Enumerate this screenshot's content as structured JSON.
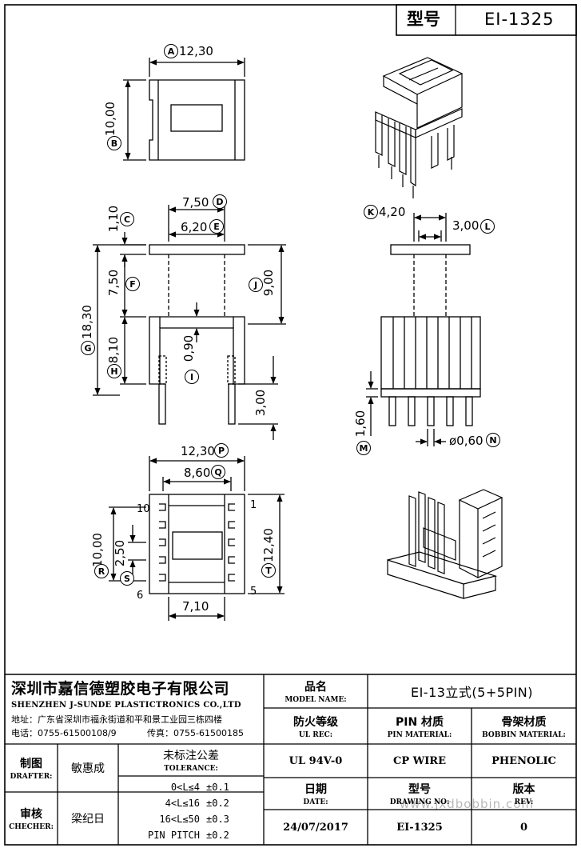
{
  "title_block": {
    "model_label": "型号",
    "model_value": "EI-1325"
  },
  "labels": {
    "A": "A",
    "B": "B",
    "C": "C",
    "D": "D",
    "E": "E",
    "F": "F",
    "G": "G",
    "H": "H",
    "I": "I",
    "J": "J",
    "K": "K",
    "L": "L",
    "M": "M",
    "N": "N",
    "P": "P",
    "Q": "Q",
    "R": "R",
    "S": "S",
    "T": "T"
  },
  "dims": {
    "A": "12,30",
    "B": "10,00",
    "C": "1,10",
    "D": "7,50",
    "E": "6,20",
    "F": "7,50",
    "G": "18,30",
    "H": "8,10",
    "I": "0,90",
    "J": "9,00",
    "K": "4,20",
    "L": "3,00",
    "M": "1,60",
    "N": "ø0,60",
    "P": "12,30",
    "Q": "8,60",
    "R": "10,00",
    "S": "2,50",
    "T": "12,40",
    "pin_len": "3,00",
    "pitch_bottom": "7,10"
  },
  "pins": {
    "p10": "10",
    "p1": "1",
    "p6": "6",
    "p5": "5"
  },
  "footer": {
    "company_cn": "深圳市嘉信德塑胶电子有限公司",
    "company_en": "SHENZHEN J-SUNDE PLASTICTRONICS CO.,LTD",
    "address": "地址：广东省深圳市福永街道和平和景工业园三栋四楼",
    "phone": "电话：0755-61500108/9",
    "fax": "传真：0755-61500185",
    "model_name_cn": "品名",
    "model_name_en": "MODEL NAME:",
    "model_name_value": "EI-13立式(5+5PIN)",
    "ul_cn": "防火等级",
    "ul_en": "UL REC:",
    "ul_value": "UL 94V-0",
    "pin_cn": "PIN 材质",
    "pin_en": "PIN MATERIAL:",
    "pin_value": "CP WIRE",
    "bobbin_cn": "骨架材质",
    "bobbin_en": "BOBBIN MATERIAL:",
    "bobbin_value": "PHENOLIC",
    "drafter_cn": "制图",
    "drafter_en": "DRAFTER:",
    "drafter_name": "敏惠成",
    "checker_cn": "审核",
    "checker_en": "CHECHER:",
    "checker_name": "梁纪日",
    "tol_cn": "未标注公差",
    "tol_en": "TOLERANCE:",
    "tol_rows": [
      {
        "range": "0<L≤4",
        "value": "±0.1"
      },
      {
        "range": "4<L≤16",
        "value": "±0.2"
      },
      {
        "range": "16<L≤50",
        "value": "±0.3"
      },
      {
        "range": "PIN PITCH",
        "value": "±0.2"
      }
    ],
    "date_cn": "日期",
    "date_en": "DATE:",
    "date_value": "24/07/2017",
    "drawing_cn": "型号",
    "drawing_en": "DRAWING NO:",
    "drawing_value": "EI-1325",
    "rev_cn": "版本",
    "rev_en": "REV:",
    "rev_value": "0",
    "watermark": "www.jxdbobbin.com"
  }
}
